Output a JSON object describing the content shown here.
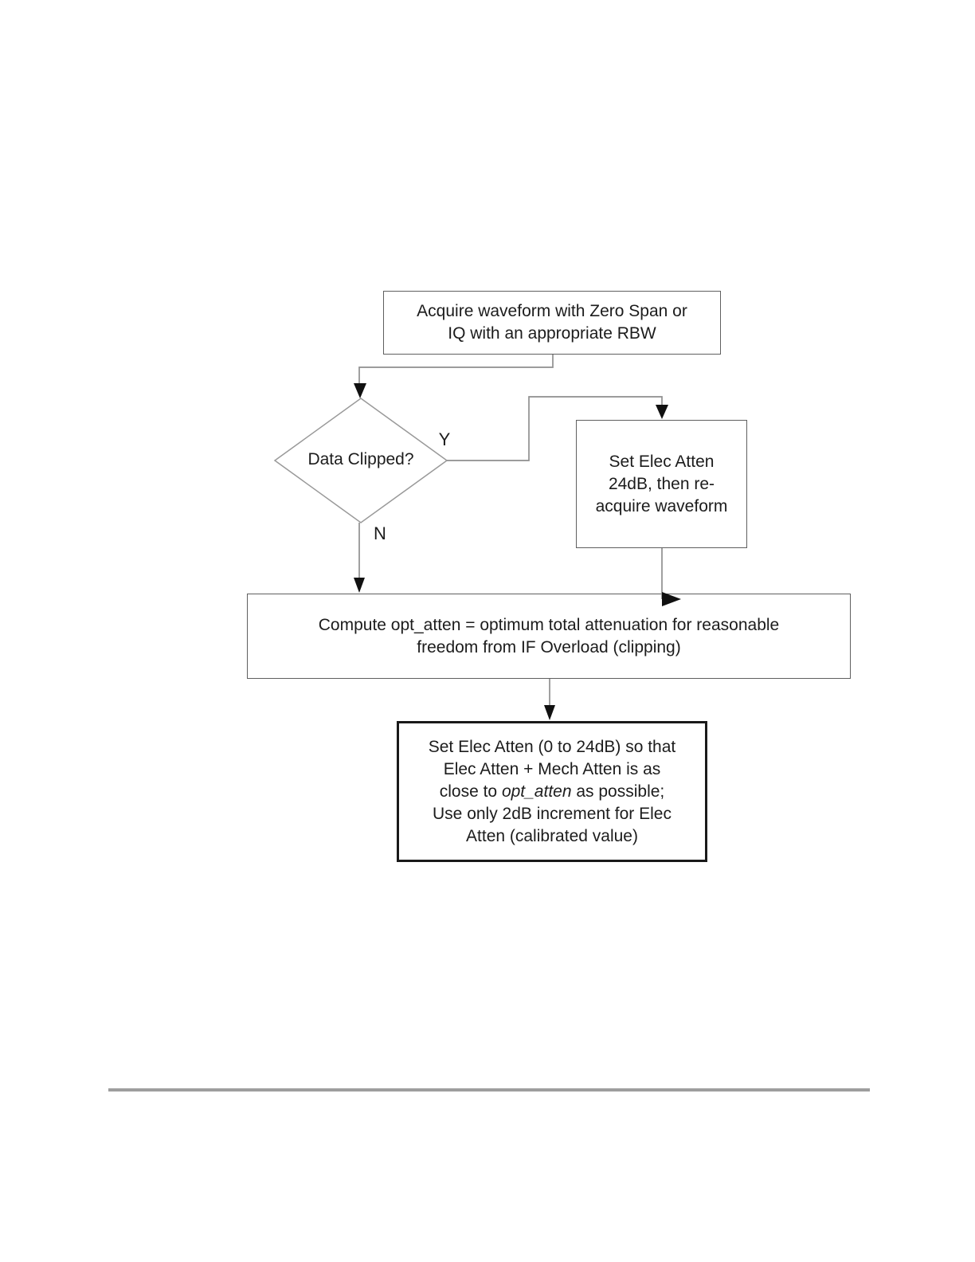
{
  "flowchart": {
    "nodes": {
      "acquire": {
        "lines": [
          "Acquire waveform with Zero Span or",
          "IQ with an appropriate RBW"
        ]
      },
      "decision": {
        "label": "Data Clipped?"
      },
      "set_elec": {
        "lines": [
          "Set Elec Atten",
          "24dB, then re-",
          "acquire waveform"
        ]
      },
      "compute": {
        "lines": [
          "Compute opt_atten = optimum total attenuation for reasonable",
          "freedom from IF Overload (clipping)"
        ]
      },
      "final": {
        "line1": "Set Elec Atten (0 to 24dB) so that",
        "line2": "Elec Atten + Mech Atten is as",
        "line3_pre": "close to ",
        "line3_italic": "opt_atten",
        "line3_post": " as possible;",
        "line4": "Use only 2dB increment for Elec",
        "line5": "Atten (calibrated value)"
      }
    },
    "branch_labels": {
      "yes": "Y",
      "no": "N"
    },
    "colors": {
      "box_border": "#5f5f5f",
      "connector": "#8f8f8f",
      "diamond_border": "#999999",
      "arrowhead": "#111111",
      "final_box_border": "#1a1a1a",
      "footer_rule": "#9e9e9e",
      "text": "#1c1c1c"
    }
  }
}
